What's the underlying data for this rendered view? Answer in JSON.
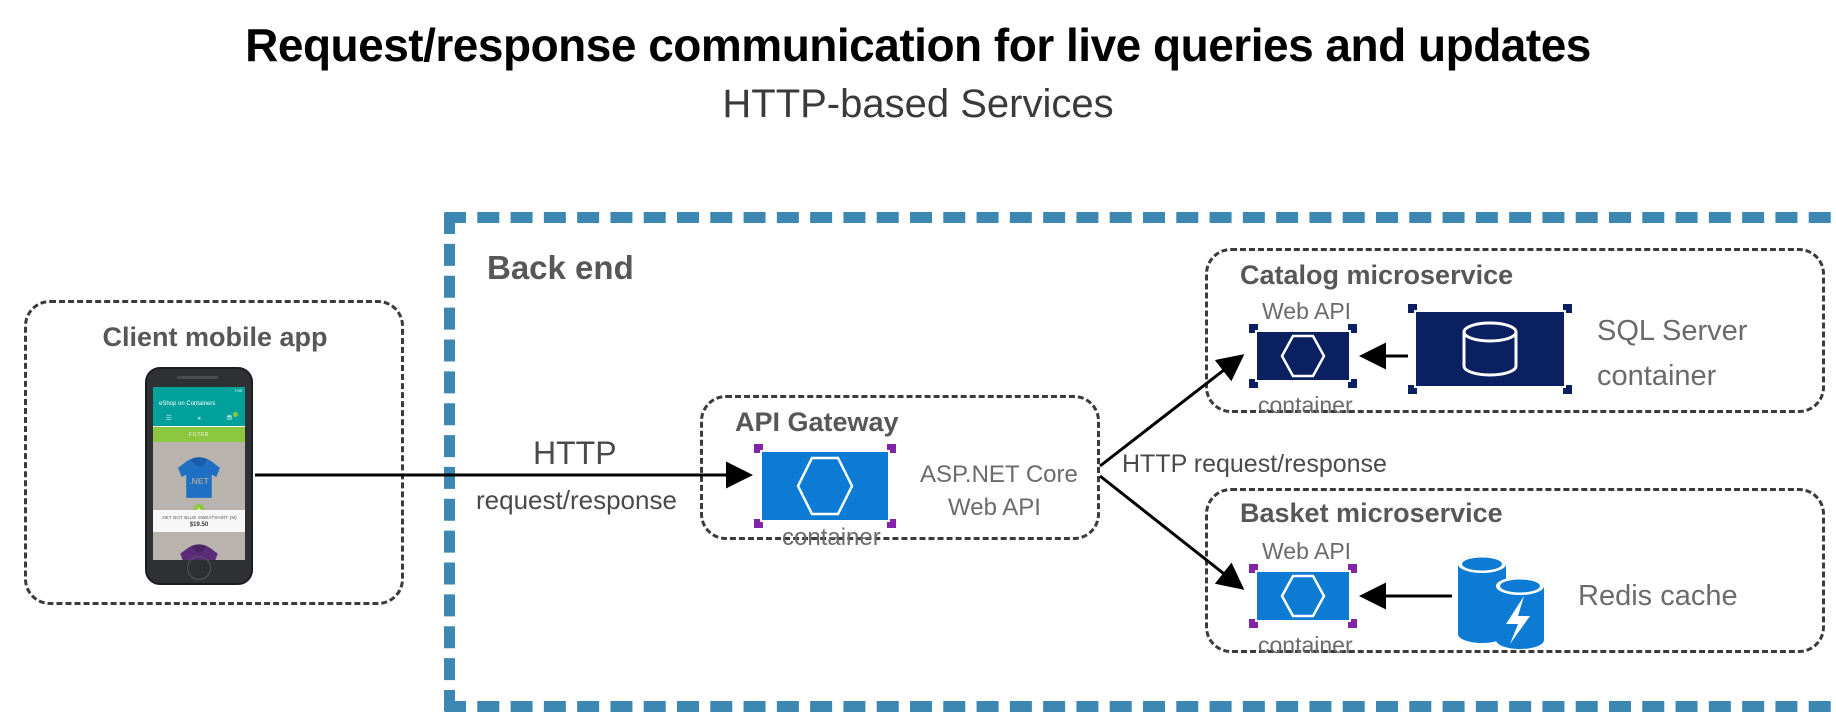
{
  "title": {
    "main": "Request/response communication for live queries and updates",
    "sub": "HTTP-based Services"
  },
  "backend": {
    "label": "Back end",
    "border_color": "#3d88b2"
  },
  "client": {
    "title": "Client mobile app",
    "phone": {
      "app_name": "eShop on Containers",
      "status_time": "7:59",
      "filter_label": "FILTER",
      "product_name": ".NET BOT BLUE SWEATSHIRT (M)",
      "product_price": "$19.50",
      "hamburger_icon": "☰",
      "profile_icon": "⚹",
      "cart_icon": "⛃",
      "add_icon": "+",
      "brand_text": ".NET"
    }
  },
  "edges": {
    "client_to_gateway_line1": "HTTP",
    "client_to_gateway_line2": "request/response",
    "gateway_to_services": "HTTP request/response"
  },
  "gateway": {
    "title": "API Gateway",
    "container_caption": "container",
    "tech_line1": "ASP.NET Core",
    "tech_line2": "Web API",
    "icon_fill": "#0d7bd4",
    "bracket_color": "#8323a8"
  },
  "catalog": {
    "title": "Catalog microservice",
    "webapi_label": "Web API",
    "container_caption": "container",
    "db_line1": "SQL Server",
    "db_line2": "container",
    "icon_fill": "#0a2060",
    "bracket_color": "#0a2060",
    "db_icon": "database-cylinder-icon"
  },
  "basket": {
    "title": "Basket microservice",
    "webapi_label": "Web API",
    "container_caption": "container",
    "db_label": "Redis cache",
    "icon_fill": "#0d7bd4",
    "bracket_color": "#8323a8",
    "db_icon": "redis-cache-icon"
  }
}
